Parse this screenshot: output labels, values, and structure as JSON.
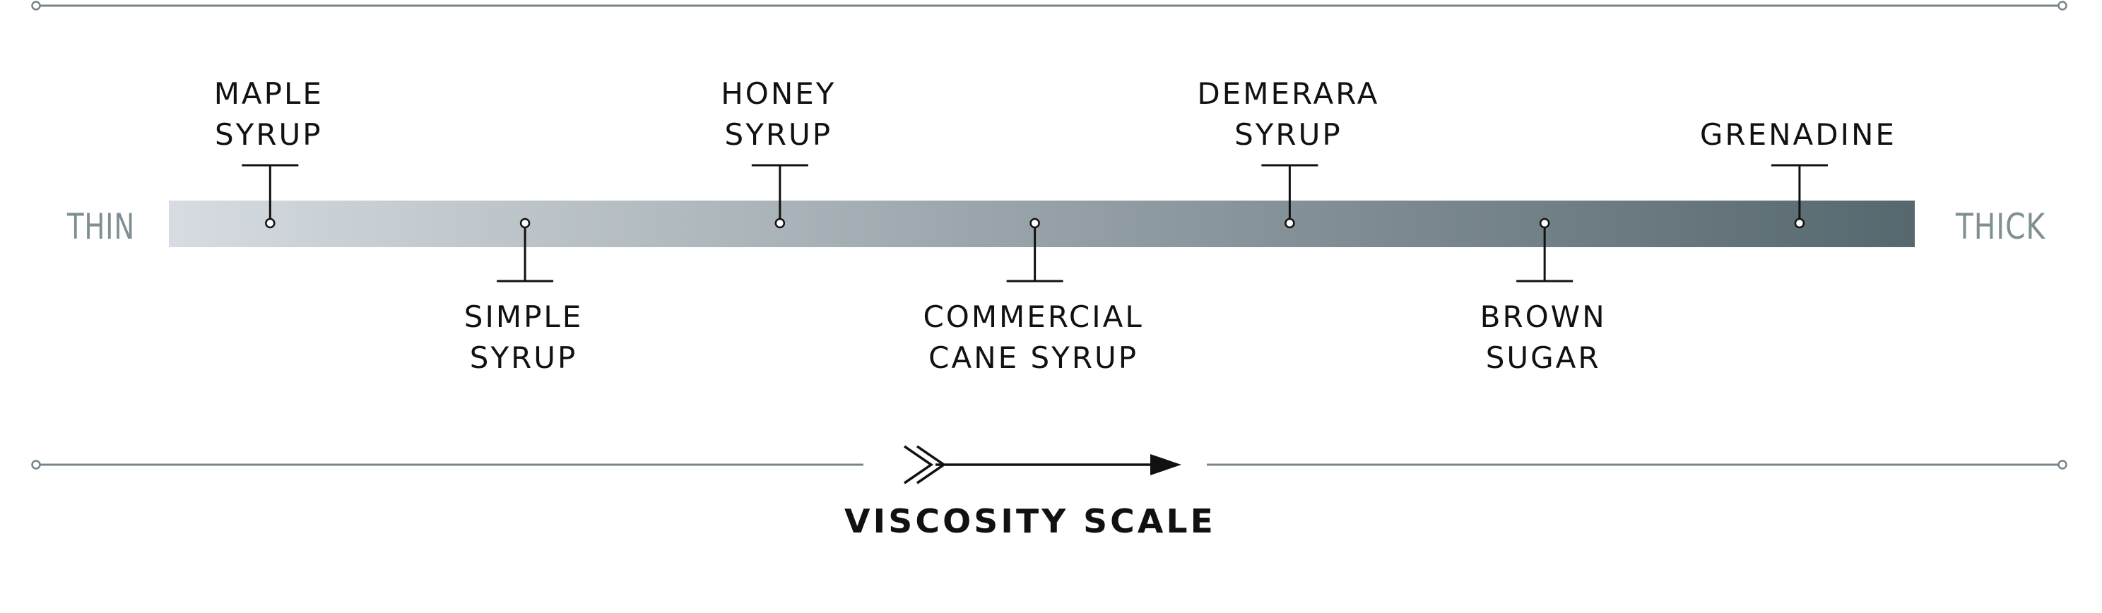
{
  "scale": {
    "start_label": "THIN",
    "end_label": "THICK",
    "title": "VISCOSITY SCALE",
    "gradient_colors": [
      "#d6dce1",
      "#56676e"
    ]
  },
  "markers": [
    {
      "id": "maple-syrup",
      "lines": [
        "MAPLE",
        "SYRUP"
      ],
      "position": 0.058,
      "side": "above"
    },
    {
      "id": "simple-syrup",
      "lines": [
        "SIMPLE",
        "SYRUP"
      ],
      "position": 0.204,
      "side": "below"
    },
    {
      "id": "honey-syrup",
      "lines": [
        "HONEY",
        "SYRUP"
      ],
      "position": 0.35,
      "side": "above"
    },
    {
      "id": "commercial-cane-syrup",
      "lines": [
        "COMMERCIAL",
        "CANE SYRUP"
      ],
      "position": 0.496,
      "side": "below"
    },
    {
      "id": "demerara-syrup",
      "lines": [
        "DEMERARA",
        "SYRUP"
      ],
      "position": 0.642,
      "side": "above"
    },
    {
      "id": "brown-sugar",
      "lines": [
        "BROWN",
        "SUGAR"
      ],
      "position": 0.788,
      "side": "below"
    },
    {
      "id": "grenadine",
      "lines": [
        "GRENADINE"
      ],
      "position": 0.934,
      "side": "above"
    }
  ]
}
